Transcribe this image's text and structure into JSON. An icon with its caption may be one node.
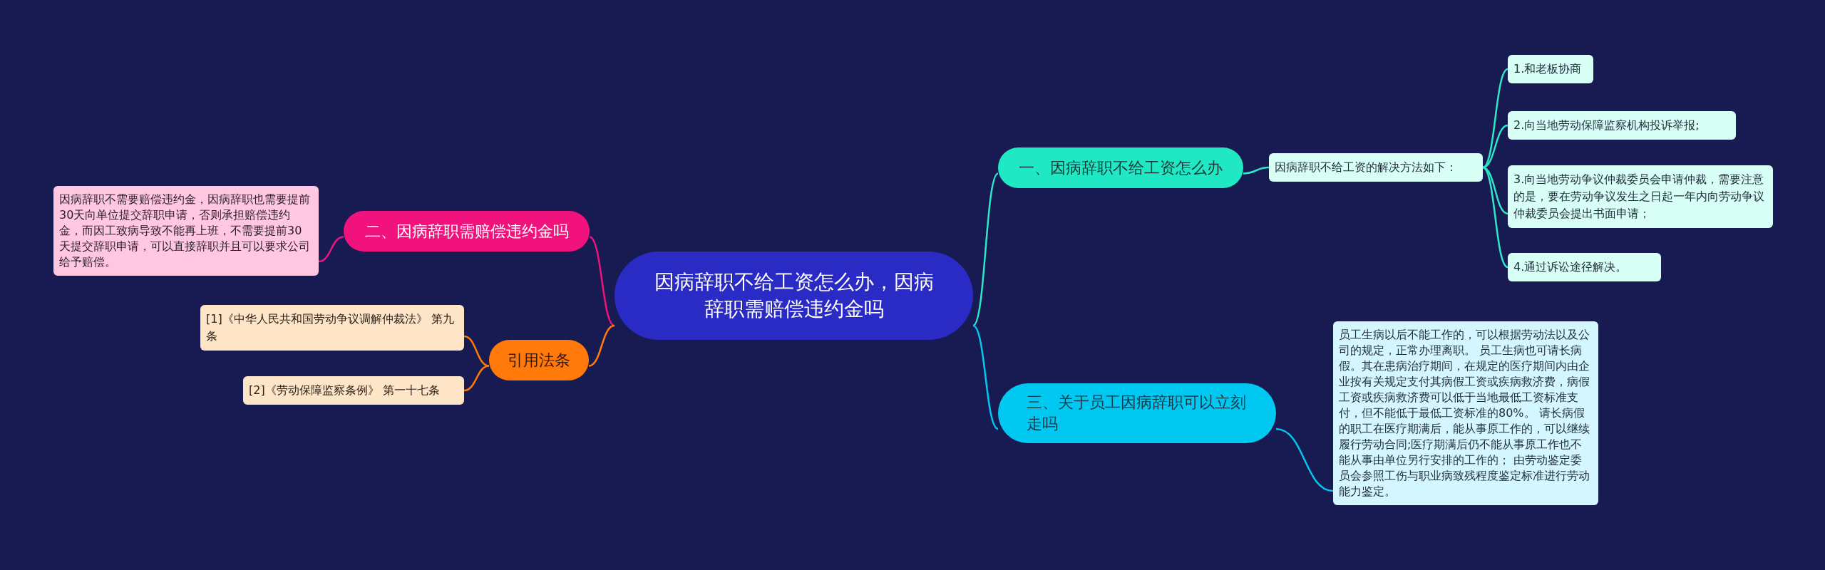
{
  "diagram": {
    "nodes": [
      {
        "text": [
          "因病辞职不给工资怎么办，因病辞职需赔偿违约金吗"
        ]
      },
      {
        "text": [
          "一、因病辞职不给工资怎么办"
        ]
      },
      {
        "text": [
          "因病辞职不给工资的解决方法如下："
        ]
      },
      {
        "text": [
          "1.和老板协商"
        ]
      },
      {
        "text": [
          "2.向当地劳动保障监察机构投诉举报;"
        ]
      },
      {
        "text": [
          "3.向当地劳动争议仲裁委员会申请仲裁，需要注意的是，要在劳动争议发生之日起一年内向劳动争议仲裁委员会提出书面申请；"
        ]
      },
      {
        "text": [
          "4.通过诉讼途径解决。"
        ]
      },
      {
        "text": [
          "三、关于员工因病辞职可以立刻走吗"
        ]
      },
      {
        "text": [
          "员工生病以后不能工作的，可以根据劳动法以及公司的规定，正常办理离职。 员工生病也可请长病假。其在患病治疗期间，在规定的医疗期间内由企业按有关规定支付其病假工资或疾病救济费，病假工资或疾病救济费可以低于当地最低工资标准支付，但不能低于最低工资标准的80%。 请长病假的职工在医疗期满后，能从事原工作的，可以继续履行劳动合同;医疗期满后仍不能从事原工作也不能从事由单位另行安排的工作的； 由劳动鉴定委员会参照工伤与职业病致残程度鉴定标准进行劳动能力鉴定。"
        ]
      },
      {
        "text": [
          "二、因病辞职需赔偿违约金吗"
        ]
      },
      {
        "text": [
          "因病辞职不需要赔偿违约金，因病辞职也需要提前30天向单位提交辞职申请，否则承担赔偿违约金，而因工致病导致不能再上班，不需要提前30天提交辞职申请，可以直接辞职并且可以要求公司给予赔偿。"
        ]
      },
      {
        "text": [
          "引用法条"
        ]
      },
      {
        "text": [
          "[1]《中华人民共和国劳动争议调解仲裁法》 第九条"
        ]
      },
      {
        "text": [
          "[2]《劳动保障监察条例》 第一十七条"
        ]
      }
    ],
    "edges": [
      {
        "from": 0,
        "to": 1,
        "arrow": "none"
      },
      {
        "from": 1,
        "to": 2,
        "arrow": "none"
      },
      {
        "from": 2,
        "to": 3,
        "arrow": "none"
      },
      {
        "from": 2,
        "to": 4,
        "arrow": "none"
      },
      {
        "from": 2,
        "to": 5,
        "arrow": "none"
      },
      {
        "from": 2,
        "to": 6,
        "arrow": "none"
      },
      {
        "from": 0,
        "to": 7,
        "arrow": "none",
        "color": "#00c8f0"
      },
      {
        "from": 7,
        "to": 8,
        "arrow": "none",
        "color": "#00c8f0"
      },
      {
        "from": 0,
        "to": 9,
        "arrow": "none",
        "color": "#f2127e"
      },
      {
        "from": 9,
        "to": 10,
        "arrow": "none",
        "color": "#f2127e"
      },
      {
        "from": 0,
        "to": 11,
        "arrow": "none",
        "color": "#ff7a0a"
      },
      {
        "from": 11,
        "to": 12,
        "arrow": "none",
        "color": "#ff7a0a"
      },
      {
        "from": 11,
        "to": 13,
        "arrow": "none",
        "color": "#ff7a0a"
      }
    ]
  }
}
